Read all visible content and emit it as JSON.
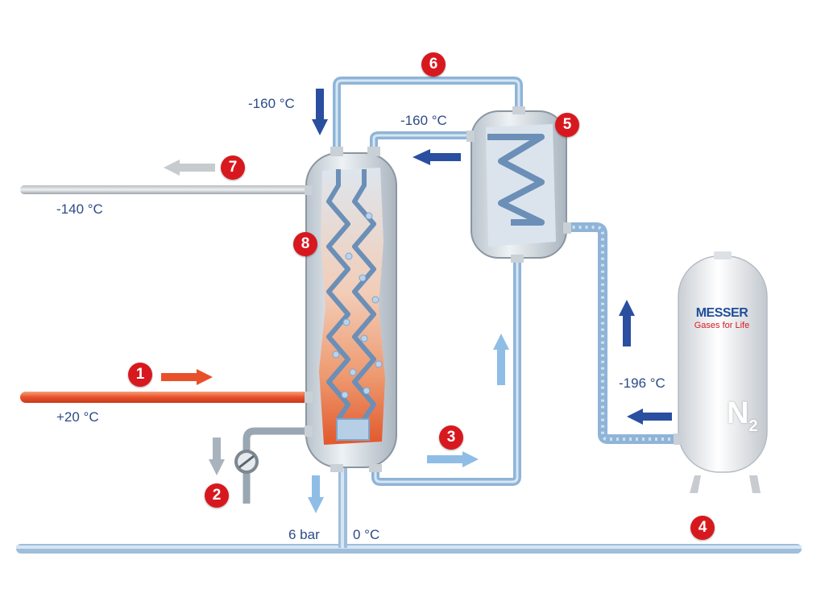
{
  "labels": {
    "temp_top_left": "-160 °C",
    "temp_top_mid": "-160 °C",
    "temp_outlet": "-140 °C",
    "temp_inlet": "+20 °C",
    "temp_ln2": "-196 °C",
    "pressure": "6 bar",
    "temp_zero": "0 °C"
  },
  "badges": [
    "1",
    "2",
    "3",
    "4",
    "5",
    "6",
    "7",
    "8"
  ],
  "brand": {
    "name": "MESSER",
    "tagline": "Gases for Life"
  },
  "tank_label": {
    "main": "N",
    "sub": "2"
  },
  "colors": {
    "badge": "#d7191f",
    "label_text": "#2c4b86",
    "hot_line": "#e8502a",
    "cold_pipe": "#8fb4d8",
    "arrow_dark": "#2a4fa0",
    "arrow_light": "#8fbde6"
  }
}
